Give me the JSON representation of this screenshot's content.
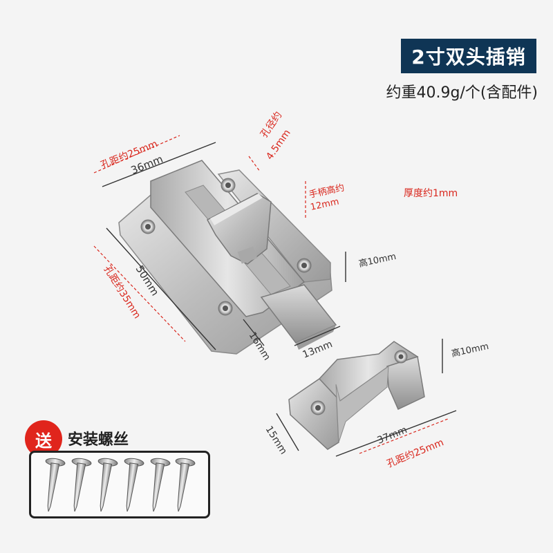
{
  "product": {
    "title": "2寸双头插销",
    "weight": "约重40.9g/个(含配件)",
    "thickness": "厚度约1mm"
  },
  "dimensions": {
    "hole_spacing_top": "孔距约25mm",
    "width_36": "36mm",
    "hole_diameter_line1": "孔径约",
    "hole_diameter_line2": "4.5mm",
    "handle_height_line1": "手柄高约",
    "handle_height_line2": "12mm",
    "height_10_a": "高10mm",
    "length_50": "50mm",
    "hole_spacing_35": "孔距约35mm",
    "width_16": "16mm",
    "width_13": "13mm",
    "height_10_b": "高10mm",
    "width_15": "15mm",
    "width_37": "37mm",
    "hole_spacing_bottom": "孔距约25mm"
  },
  "gift": {
    "badge": "送",
    "label": "安装螺丝"
  },
  "colors": {
    "title_bg": "#0f3555",
    "accent_red": "#d9261c",
    "metal": "#c8c8c8"
  }
}
